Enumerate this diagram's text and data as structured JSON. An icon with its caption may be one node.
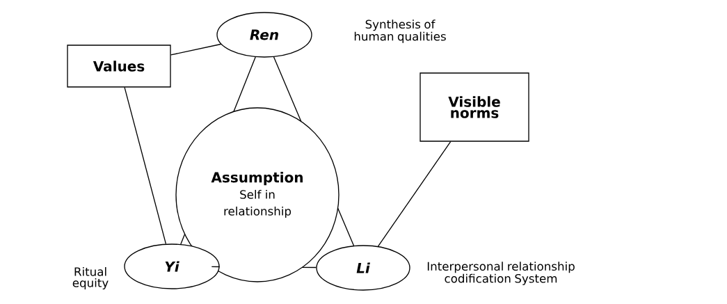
{
  "diagram": {
    "nodes": [
      {
        "text": [
          "Ren"
        ],
        "beside": [
          "Synthesis of human qualities"
        ]
      },
      {
        "text": [
          "Values"
        ]
      },
      {
        "text": [
          "Visible norms"
        ]
      },
      {
        "text": [
          "Assumption",
          "Self in relationship"
        ]
      },
      {
        "text": [
          "Yi"
        ],
        "beside": [
          "Ritual equity"
        ]
      },
      {
        "text": [
          "Li"
        ],
        "beside": [
          "Interpersonal relationship codification System"
        ]
      }
    ],
    "edges": [
      {
        "from": 1,
        "to": 0,
        "arrow": "none"
      },
      {
        "from": 1,
        "to": 4,
        "arrow": "none"
      },
      {
        "from": 2,
        "to": 5,
        "arrow": "none"
      },
      {
        "from": 0,
        "to": 3,
        "arrow": "none"
      },
      {
        "from": 0,
        "to": 3,
        "arrow": "none"
      },
      {
        "from": 4,
        "to": 3,
        "arrow": "none"
      },
      {
        "from": 4,
        "to": 3,
        "arrow": "none"
      },
      {
        "from": 5,
        "to": 3,
        "arrow": "none"
      },
      {
        "from": 5,
        "to": 3,
        "arrow": "none"
      }
    ]
  }
}
